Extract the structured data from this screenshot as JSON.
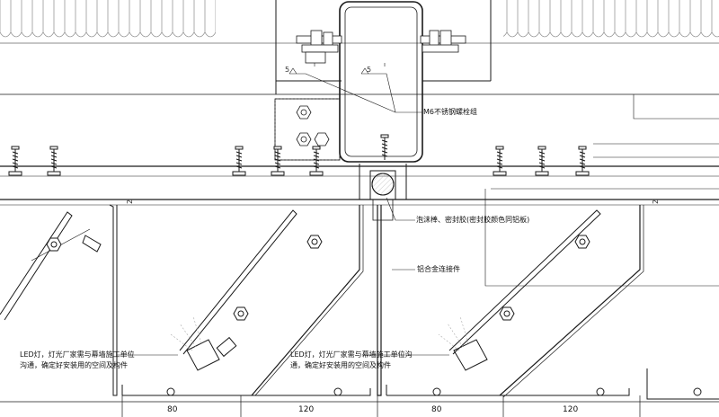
{
  "labels": {
    "bolt_group": "M6不锈钢螺栓组",
    "foam_sealant": "泡沫棒、密封胶(密封胶颜色同铝板)",
    "aluminum_connector": "铝合金连接件",
    "led_note_line1": "LED灯，灯光厂家需与幕墙施工单位",
    "led_note_line2": "沟通，确定好安装用的空间及构件",
    "led_note_line1_b": "LED灯，灯光厂家需与幕墙施工单位沟",
    "led_note_line2_b": "通，确定好安装用的空间及构件"
  },
  "weld_marks": {
    "left": "5",
    "right": "5"
  },
  "gap_marks": {
    "left": "2",
    "right": "2"
  },
  "dimensions": {
    "d1": "80",
    "d2": "120",
    "d3": "80",
    "d4": "120"
  },
  "colors": {
    "line": "#1a1a1a",
    "light_line": "#888888"
  }
}
